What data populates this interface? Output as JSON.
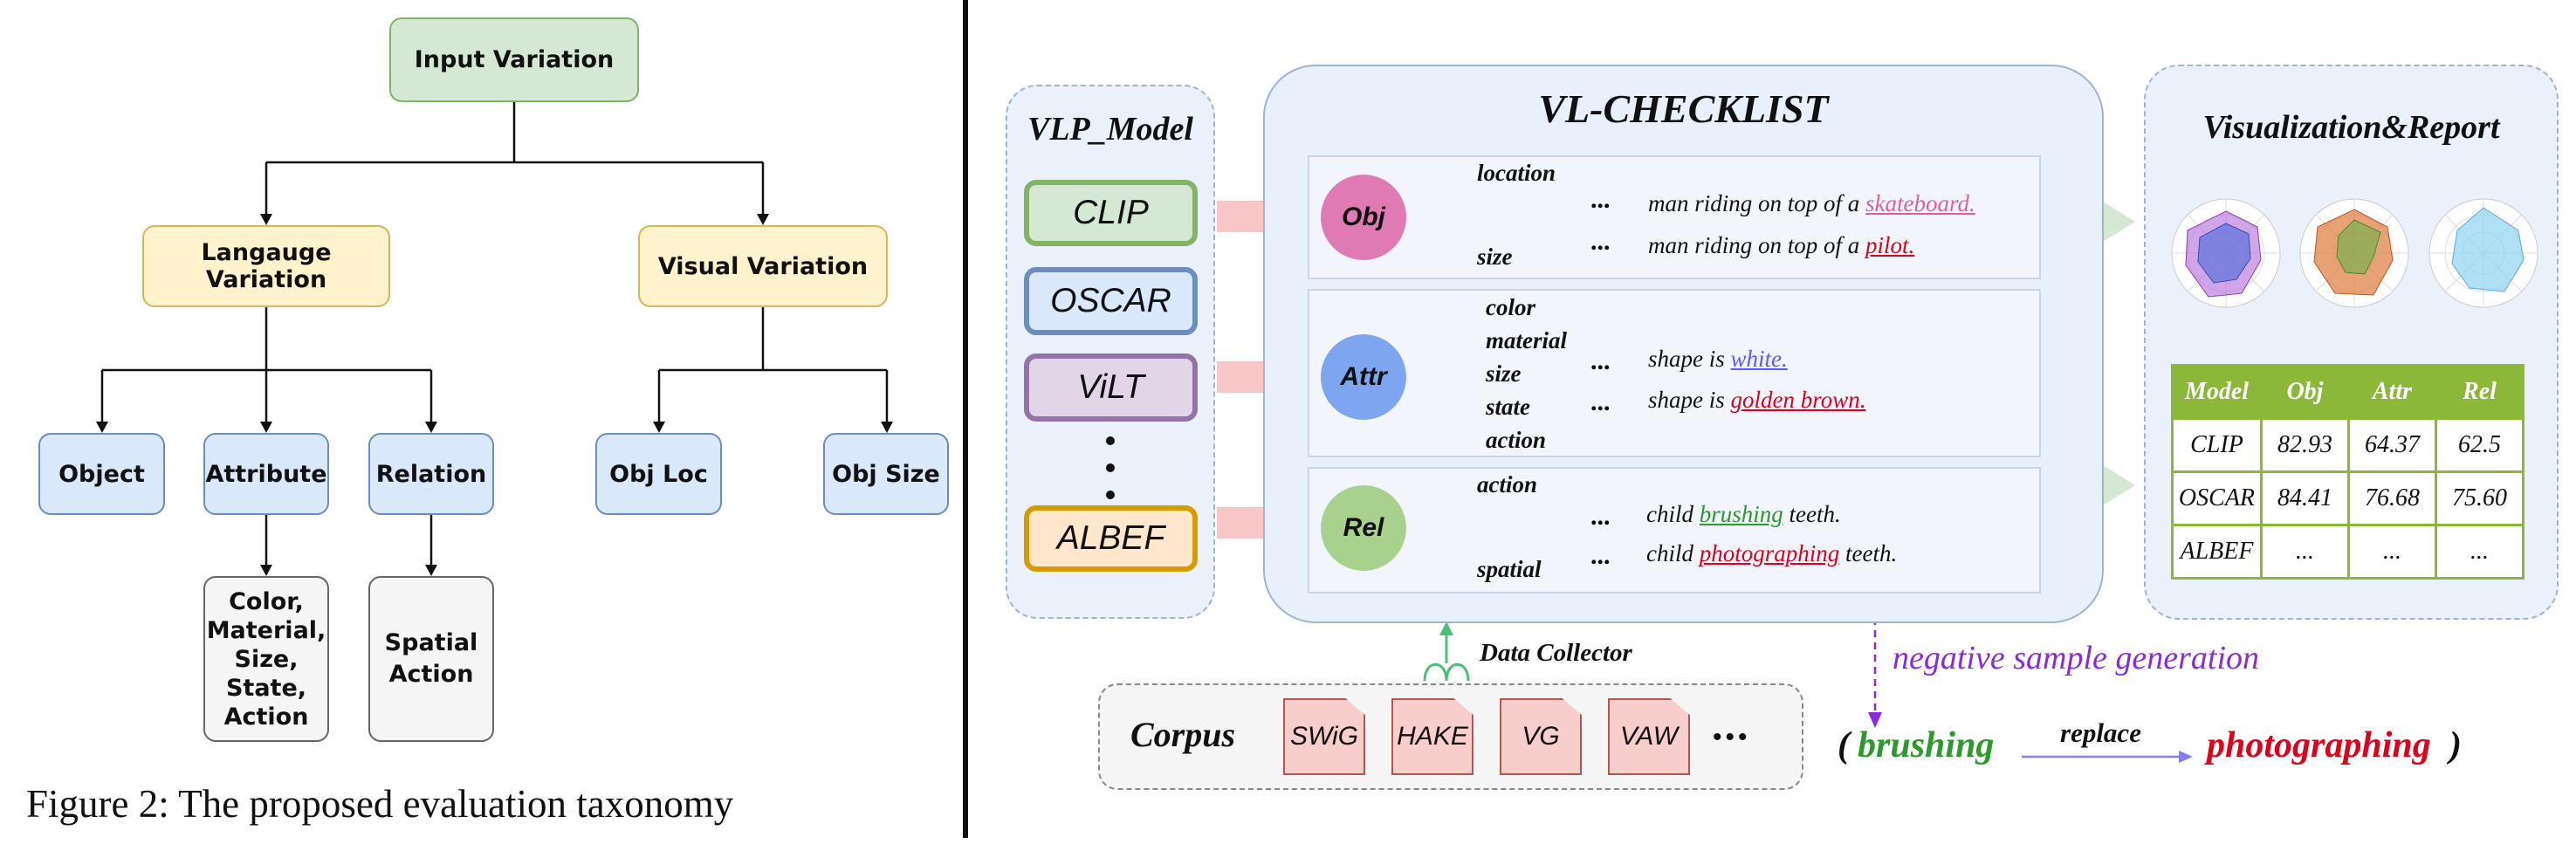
{
  "taxonomy": {
    "root": "Input Variation",
    "language": "Langauge Variation",
    "visual": "Visual Variation",
    "object": "Object",
    "attribute": "Attribute",
    "relation": "Relation",
    "obj_loc": "Obj Loc",
    "obj_size": "Obj Size",
    "attribute_detail": [
      "Color,",
      "Material,",
      "Size,",
      "State,",
      "Action"
    ],
    "relation_detail": [
      "Spatial",
      "Action"
    ],
    "caption": "Figure 2: The proposed evaluation taxonomy"
  },
  "vlp": {
    "title": "VLP_Model",
    "models": [
      "CLIP",
      "OSCAR",
      "ViLT",
      "ALBEF"
    ],
    "model_colors": [
      "#82b366",
      "#6c8ebf",
      "#9673a6",
      "#d79b00"
    ],
    "model_fills": [
      "#d5e8d4",
      "#dae8fc",
      "#e1d5e7",
      "#ffe6cc"
    ]
  },
  "checklist": {
    "title": "VL-CHECKLIST",
    "obj": {
      "label": "Obj",
      "color": "#e07ab5",
      "branches": [
        "location",
        "size"
      ],
      "sentences": [
        {
          "prefix": "man riding on top of a ",
          "word": "skateboard.",
          "color": "#e0609f"
        },
        {
          "prefix": "man riding on top of a ",
          "word": "pilot.",
          "color": "#e0001b"
        }
      ]
    },
    "attr": {
      "label": "Attr",
      "color": "#7ea6f0",
      "branches": [
        "color",
        "material",
        "size",
        "state",
        "action"
      ],
      "sentences": [
        {
          "prefix": "shape is ",
          "word": "white.",
          "color": "#5b5bff"
        },
        {
          "prefix": "shape is ",
          "word": "golden brown.",
          "color": "#e0001b"
        }
      ]
    },
    "rel": {
      "label": "Rel",
      "color": "#a9d18e",
      "branches": [
        "action",
        "spatial"
      ],
      "sentences": [
        {
          "prefix": "child ",
          "word": "brushing",
          "suffix": " teeth.",
          "color": "#2e9a2e"
        },
        {
          "prefix": "child ",
          "word": "photographing",
          "suffix": " teeth.",
          "color": "#e0001b"
        }
      ]
    },
    "ellipsis": "..."
  },
  "report": {
    "title": "Visualization&Report",
    "table": {
      "headers": [
        "Model",
        "Obj",
        "Attr",
        "Rel"
      ],
      "rows": [
        [
          "CLIP",
          "82.93",
          "64.37",
          "62.5"
        ],
        [
          "OSCAR",
          "84.41",
          "76.68",
          "75.60"
        ],
        [
          "ALBEF",
          "...",
          "...",
          "..."
        ]
      ]
    }
  },
  "corpus": {
    "label": "Corpus",
    "datasets": [
      "SWiG",
      "HAKE",
      "VG",
      "VAW"
    ],
    "more": "•••",
    "collector": "Data Collector"
  },
  "negative": {
    "label": "negative sample generation",
    "open_paren": "(",
    "from_word": "brushing",
    "replace": "replace",
    "to_word": "photographing",
    "close_paren": ")",
    "colors": {
      "label": "#8a2be2",
      "from": "#2e9a2e",
      "to": "#e0001b",
      "arrow": "#8a7cf0"
    }
  }
}
